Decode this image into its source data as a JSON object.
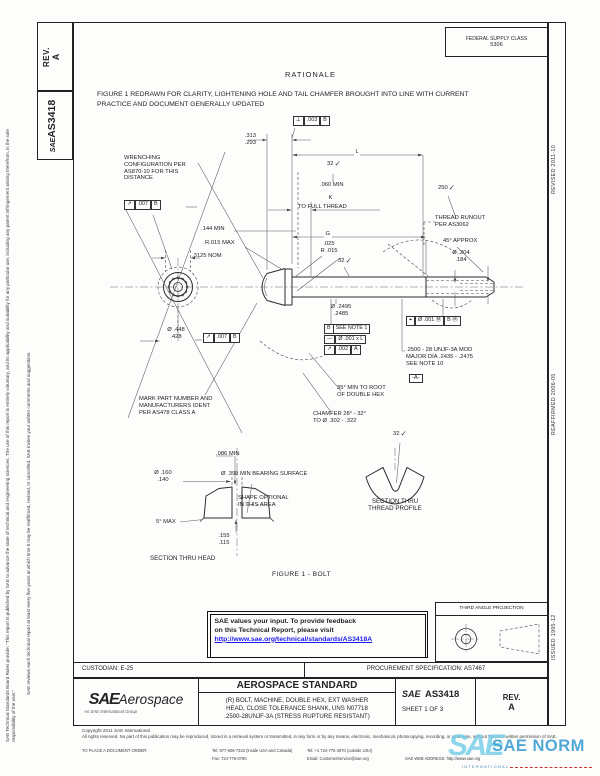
{
  "sidebar_left": {
    "disclaimer_1": "SAE Technical Standards Board Rules provide: \"This report is published by SAE to advance the state of technical and engineering sciences. The use of this report is entirely voluntary, and its applicability and suitability for any particular use, including any patent infringement arising therefrom, is the sole responsibility of the user.\"",
    "disclaimer_2": "SAE reviews each technical report at least every five years at which time it may be reaffirmed, revised, or cancelled. SAE invites your written comments and suggestions.",
    "rev_label": "REV.",
    "rev_value": "A",
    "doc_logo": "SAE",
    "doc_number": "AS3418"
  },
  "right_strip": {
    "issued": "ISSUED 1995-12",
    "reaffirmed": "REAFFIRMED 2006-05",
    "revised": "REVISED 2011-10"
  },
  "header": {
    "fsc_label": "FEDERAL SUPPLY CLASS",
    "fsc_value": "5306",
    "rationale_title": "RATIONALE",
    "rationale_line1": "FIGURE 1 REDRAWN FOR CLARITY, LIGHTENING HOLE AND TAIL CHAMFER BROUGHT INTO LINE WITH CURRENT",
    "rationale_line2": "PRACTICE AND DOCUMENT GENERALLY UPDATED"
  },
  "drawing": {
    "labels": {
      "wrenching_note": "WRENCHING\nCONFIGURATION PER\nAS870-10 FOR THIS\nDISTANCE",
      "dim_head_height": ".313\n.293",
      "dim_length": "L",
      "finish_32": "32",
      "finish_250": "250",
      "dim_060": ".060 MIN",
      "dim_k": "K",
      "to_full_thread": "TO FULL THREAD",
      "dim_144": ".144 MIN",
      "r015_max": "R.015 MAX",
      "dim_3125": ".3125 NOM",
      "dim_g": "G",
      "r_025_015": ".025\nR .015",
      "thread_runout": "THREAD RUNOUT\nPER AS3062",
      "approx_45": "45° APPROX",
      "dim_204": "Ø .204\n.184",
      "dim_448": "Ø .448\n.428",
      "dim_2495": "Ø .2495\n.2485",
      "thread_spec": ".2500 - 28 UNJF-3A MOD\nMAJOR DIA .2435 - .2475\nSEE NOTE 10",
      "datum_a": "-A-",
      "root_35": "35° MIN TO ROOT\nOF DOUBLE HEX",
      "chamfer_note": "CHAMFER 28° - 32°\nTO Ø .302 - .322",
      "marking_note": "MARK PART NUMBER AND\nMANUFACTURERS IDENT\nPER AS478 CLASS A",
      "dim_086": ".086 MIN",
      "bearing_note": "Ø .398 MIN BEARING SURFACE",
      "dim_160": "Ø .160\n.140",
      "shape_note": "SHAPE OPTIONAL\nIN THIS AREA",
      "max_5deg": "5° MAX",
      "dim_155": ".155\n.115",
      "section_head_caption": "SECTION THRU HEAD",
      "section_thread_caption": "SECTION THRU\nTHREAD PROFILE",
      "figure_caption": "FIGURE 1 - BOLT"
    },
    "fcf": {
      "wrench_sym": "↗",
      "wrench_tol": ".007",
      "wrench_datum": "B",
      "head_sym": "⊥",
      "head_tol": ".003",
      "head_datum": "B",
      "flange_sym": "↗",
      "flange_tol": ".007",
      "flange_datum": "B",
      "shank_datum": "B",
      "shank_note": "SEE NOTE 1",
      "straight_sym": "—",
      "straight_val": "Ø .001 x L",
      "runout_sym": "↗",
      "runout_tol": ".002",
      "runout_datum": "A",
      "pos_sym": "⌖",
      "pos_tol": "Ø .001 Ⓜ",
      "pos_datum": "B Ⓜ"
    }
  },
  "icons": {
    "finish_check": "✓"
  },
  "feedback": {
    "line1": "SAE values your input. To provide feedback",
    "line2": "on this Technical Report, please visit",
    "link": "http://www.sae.org/technical/standards/AS3418A",
    "link_color": "#1a1aee"
  },
  "projection": {
    "title": "THIRD ANGLE PROJECTION"
  },
  "footer_bar": {
    "custodian": "CUSTODIAN: E-25",
    "procurement": "PROCUREMENT SPECIFICATION: AS7467"
  },
  "title_block": {
    "brand": "SAE",
    "brand2": "Aerospace",
    "brand_sub": "An SAE International Group",
    "kind": "AEROSPACE STANDARD",
    "title_line1": "(R) BOLT, MACHINE, DOUBLE HEX, EXT WASHER",
    "title_line2": "HEAD, CLOSE TOLERANCE SHANK, UNS N07718",
    "title_line3": ".2500-28UNJF-3A (STRESS RUPTURE RESISTANT)",
    "doc_logo": "SAE",
    "doc_number": "AS3418",
    "sheet": "SHEET 1 OF 3",
    "rev_label": "REV.",
    "rev_value": "A"
  },
  "footer": {
    "copyright": "Copyright 2011 SAE International",
    "legal": "All rights reserved. No part of this publication may be reproduced, stored in a retrieval system or transmitted, in any form or by any means, electronic, mechanical, photocopying, recording, or otherwise, without the prior written permission of SAE.",
    "order_label": "TO PLACE A DOCUMENT ORDER:",
    "tel_us": "Tel: 877-606-7323 (inside USA and Canada)",
    "tel_intl": "Tel: +1 724-776-4970 (outside USA)",
    "fax": "Fax: 724-776-0790",
    "email": "Email: CustomerService@sae.org",
    "web": "SAE WEB ADDRESS: http://www.sae.org"
  },
  "watermark": {
    "big": "SAE",
    "name": "SAE NORM",
    "sub": "INTERNATIONAL",
    "accent_blue": "#3f9fd4",
    "light_blue": "#79cfe9",
    "red": "#cc3333"
  }
}
